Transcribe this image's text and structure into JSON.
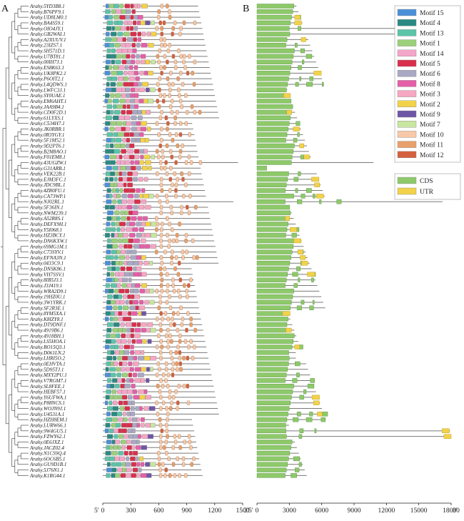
{
  "panels": {
    "a": "A",
    "b": "B"
  },
  "genes": [
    "Arahy.5YD3B8.1",
    "Arahy.B76PF9.1",
    "Arahy.UD8LM0.1",
    "Arahy.BA4S59.1",
    "Arahy.OIO4JY.1",
    "Arahy.GB2WAI.1",
    "Arahy.A2XUUV.1",
    "Arahy.23IZS7.1",
    "Arahy.SH571D.1",
    "Arahy.U7BT81.1",
    "Arahy.00IH7J.1",
    "Arahy.ES8K63.1",
    "Arahy.UK8PK2.1",
    "Arahy.P6OIT2.1",
    "Arahy.L4QDWS.1",
    "Arahy.LWFC3J.1",
    "Arahy.SY0UAE.1",
    "Arahy.EM6AHT.1",
    "Arahy.JAA9B4.1",
    "Arahy.CD0F2D.1",
    "Arahy.61LYXS.1",
    "Arahy.C534H7.1",
    "Arahy.JK0RBR.1",
    "Arahy.0R3YGY.1",
    "Arahy.5F1M52.1",
    "Arahy.9D2PT6.1",
    "Arahy.B2M8AO.1",
    "Arahy.F01EM8.1",
    "Arahy.43UGZW.1",
    "Arahy.G31ARB.1",
    "Arahy.VEK22B.1",
    "Arahy.EJM3FC.1",
    "Arahy.JDC9BL.1",
    "Arahy.4ZR0FU.1",
    "Arahy.CA73WP.1",
    "Arahy.NJ02RL.1",
    "Arahy.5F36IN.1",
    "Arahy.NWM239.1",
    "Arahy.A52R8S.1",
    "Arahy.DEFX9H.1",
    "Arahy.Y5I068.1",
    "Arahy.HZ3BCY.1",
    "Arahy.DN6KXW.1",
    "Arahy.69MG1M.1",
    "Arahy.C73SYV.1",
    "Arahy.EFNA3N.1",
    "Arahy.0433C9.1",
    "Arahy.DNSK86.1",
    "Arahy.VH7SSV.1",
    "Arahy.8IB5J3.1",
    "Arahy.J3J419.1",
    "Arahy.WRA2D9.1",
    "Arahy.19HZ0U.1",
    "Arahy.3W1YRK.1",
    "Arahy.SF2R3E.1",
    "Arahy.8YM5XA.1",
    "Arahy.K8IZY8.1",
    "Arahy.DT9DNF.1",
    "Arahy.4919B6.1",
    "Arahy.4918BH.1",
    "Arahy.LS5HOA.1",
    "Arahy.BO15Q3.1",
    "Arahy.D061LN.2",
    "Arahy.LHRI5O.2",
    "Arahy.0EHVTA.1",
    "Arahy.5D95TJ.1",
    "Arahy.MXY2PU.1",
    "Arahy.V7RGM7.1",
    "Arahy.SL8FEE.1",
    "Arahy.HEBF57.1",
    "Arahy.Y6UFWA.1",
    "Arahy.P88NCS.1",
    "Arahy.WOJN9J.1",
    "Arahy.U4531A.1",
    "Arahy.HZH8EM.1",
    "Arahy.LURW66.1",
    "Arahy.9W4GU5.1",
    "Arahy.FZWY62.1",
    "Arahy.0E6JXZ.1",
    "Arahy.JACZ02.4",
    "Arahy.N1CS9Q.4",
    "Arahy.6OC6B5.1",
    "Arahy.GU9D1B.1",
    "Arahy.5J76N1.1",
    "Arahy.K1RG44.1"
  ],
  "axis_a": {
    "ticks": [
      0,
      300,
      600,
      900,
      1200,
      1500
    ],
    "start": "5'",
    "end": "3'"
  },
  "axis_b": {
    "ticks": [
      0,
      3000,
      6000,
      9000,
      12000,
      15000,
      18000
    ],
    "start": "5'",
    "end": "3'"
  },
  "motif_legend": [
    {
      "label": "Motif 15",
      "color": "#4a90d9"
    },
    {
      "label": "Motif 4",
      "color": "#2a8a83"
    },
    {
      "label": "Motif 13",
      "color": "#5cc4a8"
    },
    {
      "label": "Motif 1",
      "color": "#9cd07a"
    },
    {
      "label": "Motif 14",
      "color": "#f4a6c8"
    },
    {
      "label": "Motif 5",
      "color": "#d9304c"
    },
    {
      "label": "Motif 6",
      "color": "#a9a9c4"
    },
    {
      "label": "Motif 8",
      "color": "#e55fa8"
    },
    {
      "label": "Motif 3",
      "color": "#f6a7c1"
    },
    {
      "label": "Motif 2",
      "color": "#f2d24a"
    },
    {
      "label": "Motif 9",
      "color": "#6f56a6"
    },
    {
      "label": "Motif 7",
      "color": "#c8e6a0"
    },
    {
      "label": "Motif 10",
      "color": "#f7c9a8"
    },
    {
      "label": "Motif 11",
      "color": "#e9a06b"
    },
    {
      "label": "Motif 12",
      "color": "#d5603f"
    }
  ],
  "structure_legend": [
    {
      "label": "CDS",
      "color": "#8ec96a"
    },
    {
      "label": "UTR",
      "color": "#f2d24a"
    }
  ],
  "colors": {
    "line": "#7a7a7a",
    "tree": "#333333"
  }
}
